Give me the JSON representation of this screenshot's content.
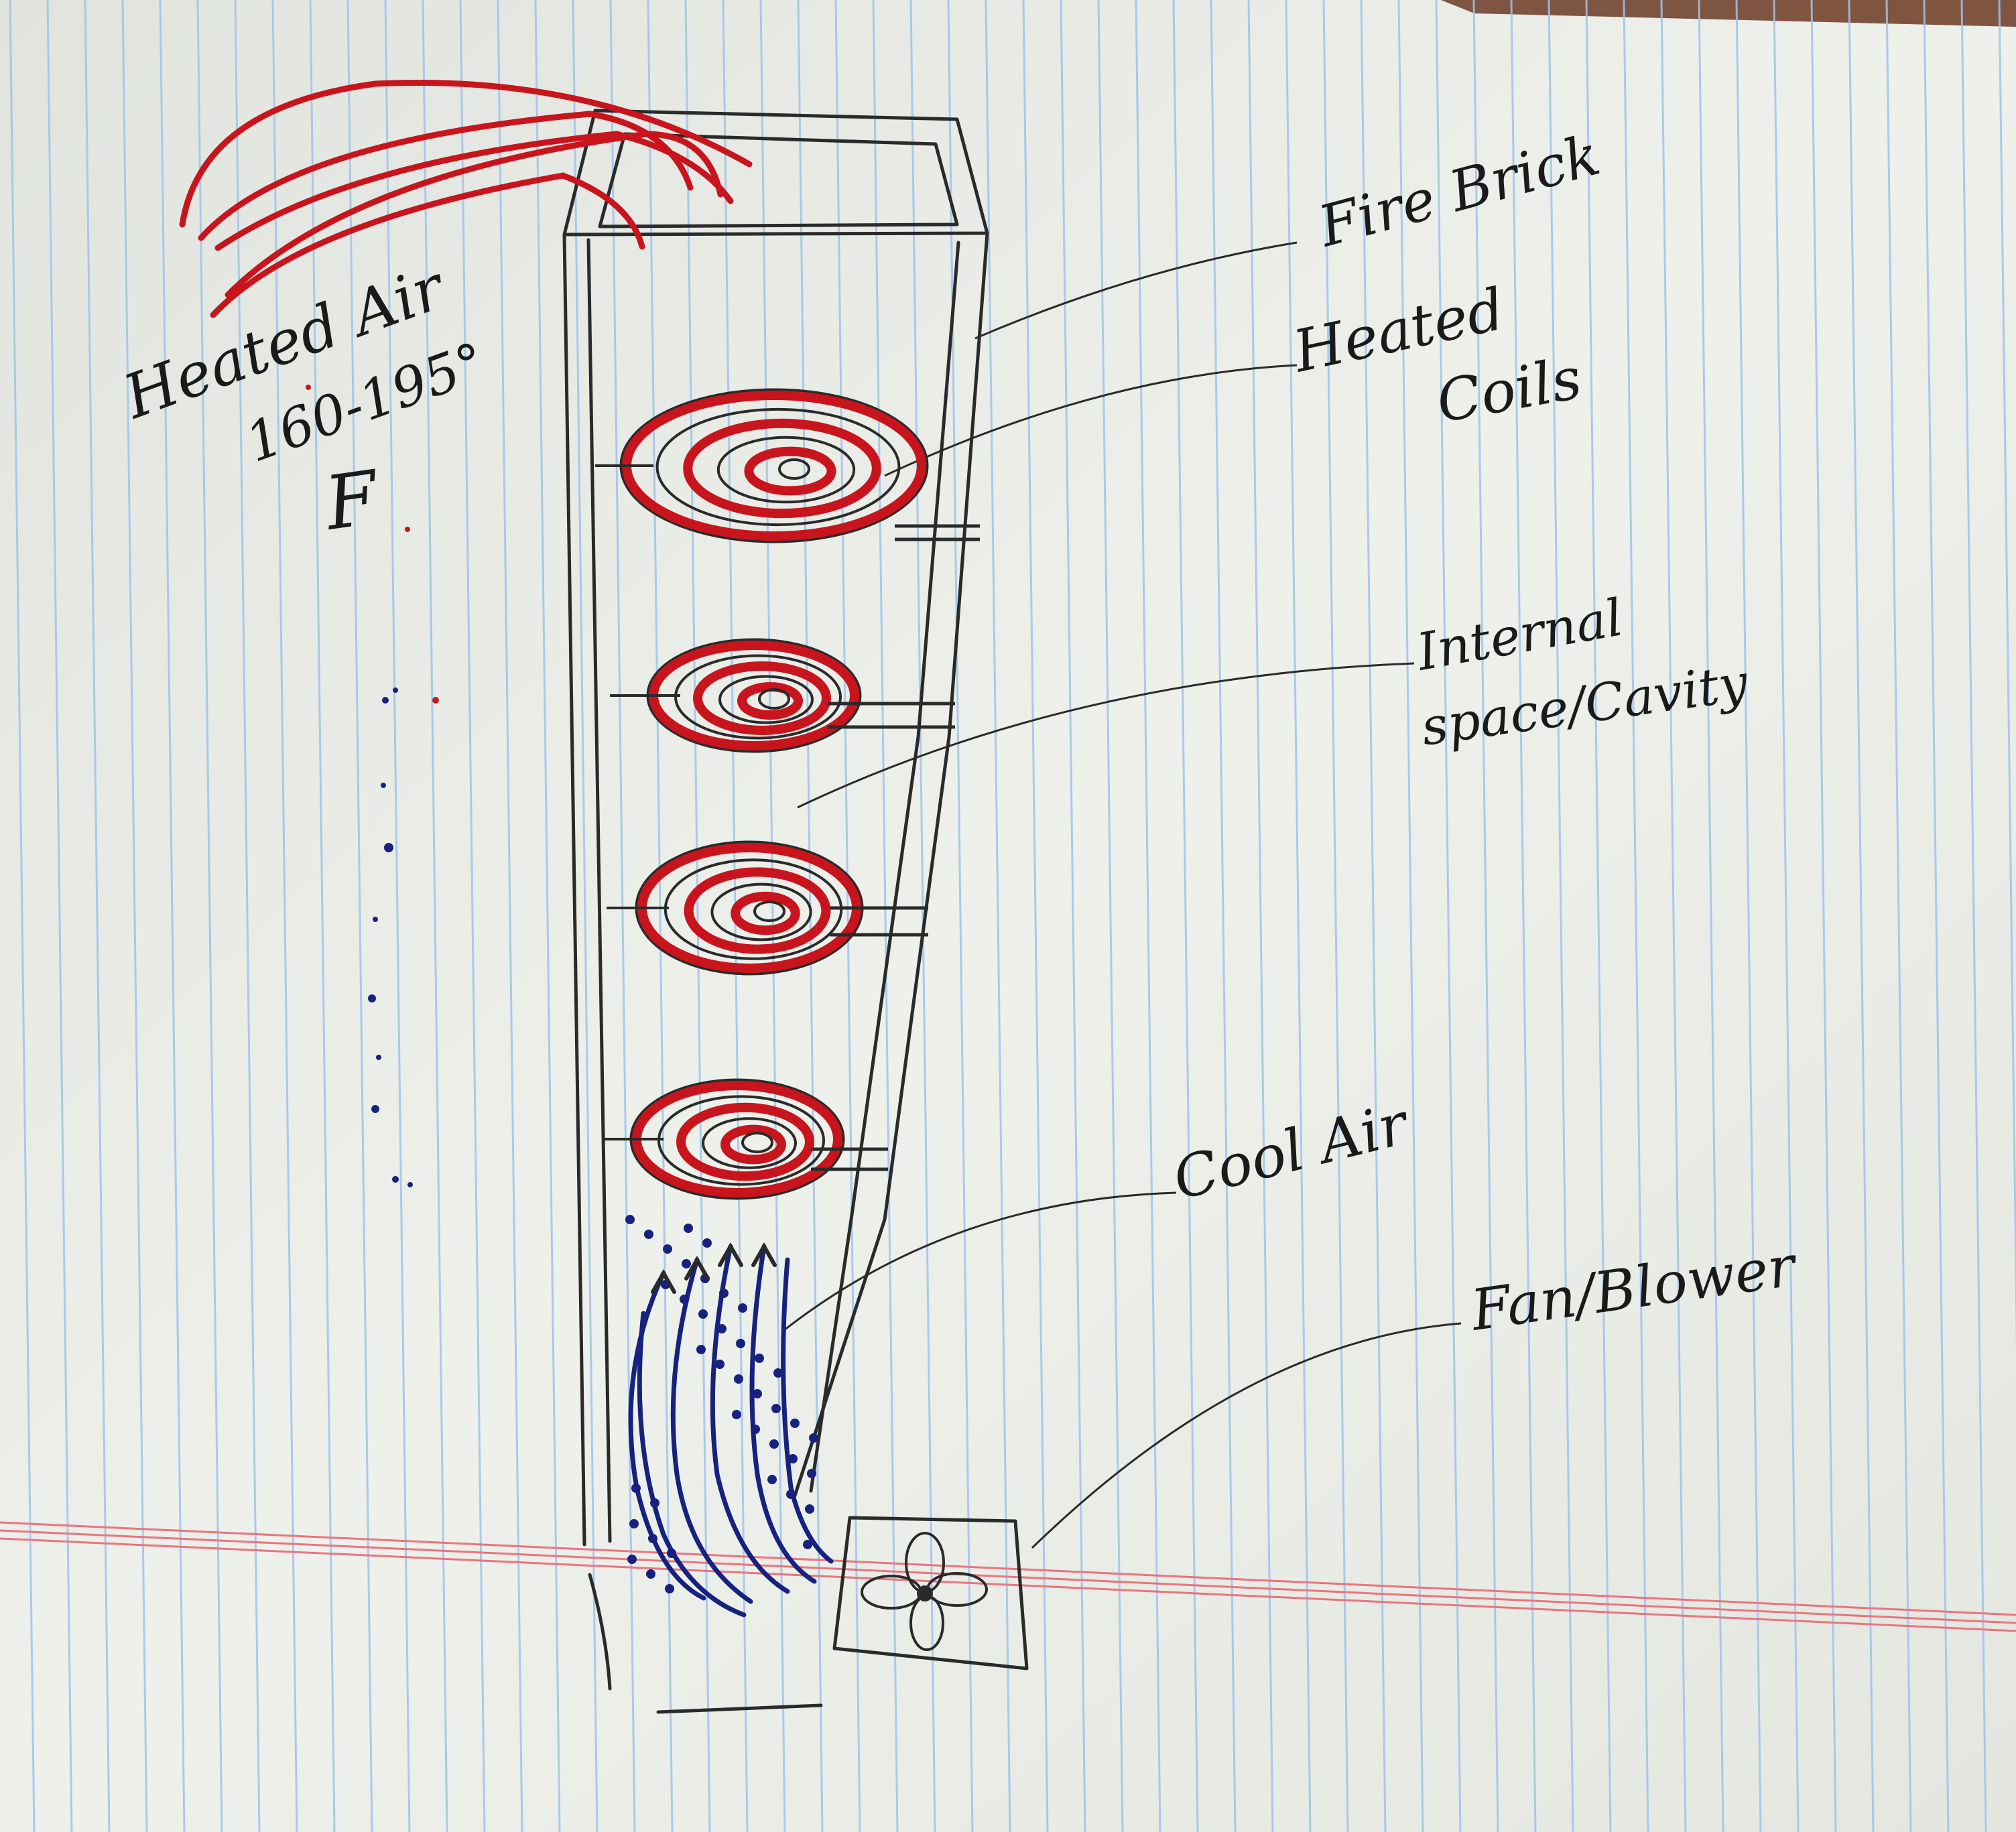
{
  "diagram": {
    "title": "",
    "labels": {
      "fire_brick": "Fire Brick",
      "heated_coils_line1": "Heated",
      "heated_coils_line2": "Coils",
      "internal_line1": "Internal",
      "internal_line2": "space/Cavity",
      "cool_air": "Cool Air",
      "fan_blower": "Fan/Blower",
      "heated_air": "Heated Air",
      "temperature": "160-195°",
      "temperature_unit": "F"
    },
    "coil_count": 4,
    "colors": {
      "paper": "#eceee9",
      "rule_line": "#9fc3ec",
      "margin_line": "#e8757f",
      "pencil": "#2a2a2a",
      "heat_red": "#c8151d",
      "cool_blue": "#16227e"
    }
  }
}
